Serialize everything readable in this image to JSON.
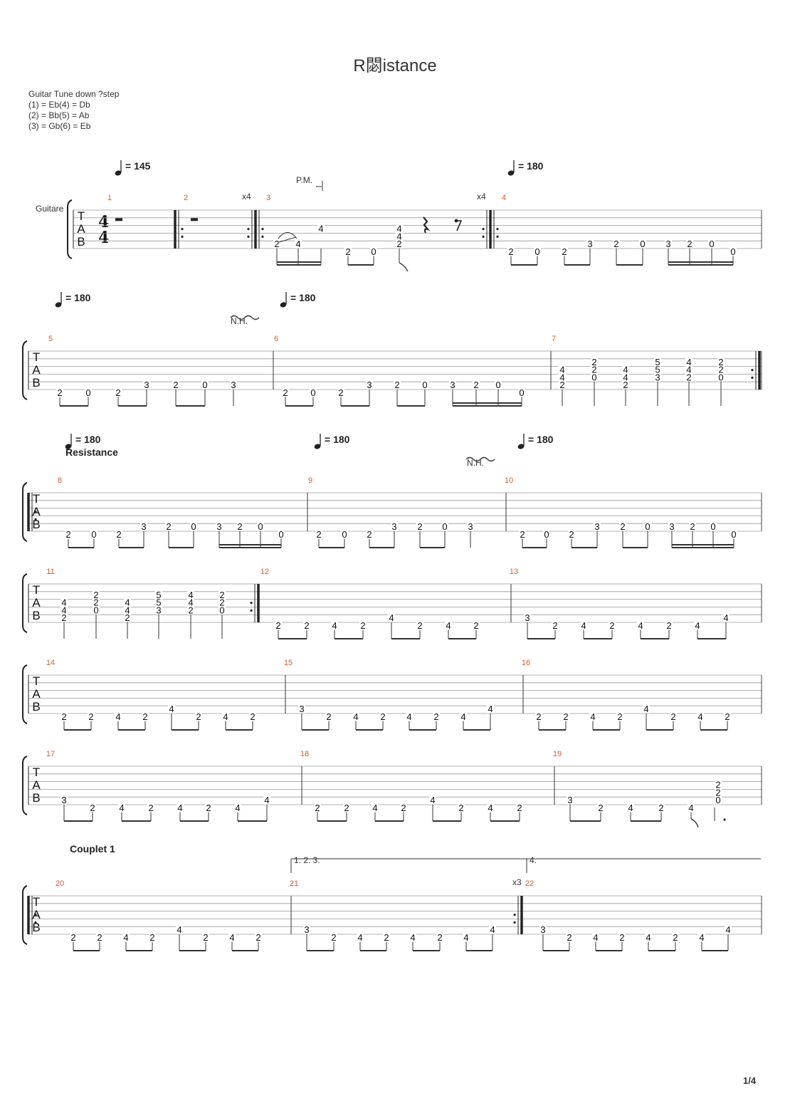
{
  "title": "R閟istance",
  "tuning": [
    "Guitar Tune down ?step",
    "(1) = Eb(4) = Db",
    "(2) = Bb(5) = Ab",
    "(3) = Gb(6) = Eb"
  ],
  "instrument": "Guitare",
  "tab_letters": [
    "T",
    "A",
    "B"
  ],
  "time_signature": {
    "top": "4",
    "bottom": "4"
  },
  "tempo_markings": [
    "= 145",
    "= 180",
    "= 180",
    "= 180",
    "= 180",
    "= 180",
    "= 180"
  ],
  "annotations": {
    "palm_mute": "P.M.",
    "harmonic_1": "N.H.",
    "harmonic_2": "N.H.",
    "repeat_1": "x4",
    "repeat_2": "x4",
    "repeat_3": "x3"
  },
  "sections": {
    "resistance": "Resistance",
    "couplet": "Couplet 1"
  },
  "endings": {
    "first": "1. 2. 3.",
    "second": "4."
  },
  "measure_numbers": [
    "1",
    "2",
    "3",
    "4",
    "5",
    "6",
    "7",
    "8",
    "9",
    "10",
    "11",
    "12",
    "13",
    "14",
    "15",
    "16",
    "17",
    "18",
    "19",
    "20",
    "21",
    "22"
  ],
  "measures": {
    "m3": [
      [
        "2",
        "4"
      ],
      [
        "4"
      ],
      [
        "2"
      ],
      [
        "0"
      ],
      [
        "4",
        "4",
        "2"
      ]
    ],
    "m4": [
      "2",
      "0",
      "2",
      "3",
      "2",
      "0",
      "3",
      "2",
      "0",
      "0"
    ],
    "m5": [
      "2",
      "0",
      "2",
      "3",
      "2",
      "0",
      "3"
    ],
    "m6": [
      "2",
      "0",
      "2",
      "3",
      "2",
      "0",
      "3",
      "2",
      "0",
      "0"
    ],
    "m7": [
      [
        "4",
        "4",
        "2"
      ],
      [
        "2",
        "2",
        "0"
      ],
      [
        "4",
        "4",
        "2"
      ],
      [
        "5",
        "5",
        "3"
      ],
      [
        "4",
        "4",
        "2"
      ],
      [
        "2",
        "2",
        "0"
      ]
    ],
    "m8": [
      "2",
      "0",
      "2",
      "3",
      "2",
      "0",
      "3",
      "2",
      "0",
      "0"
    ],
    "m9": [
      "2",
      "0",
      "2",
      "3",
      "2",
      "0",
      "3"
    ],
    "m10": [
      "2",
      "0",
      "2",
      "3",
      "2",
      "0",
      "3",
      "2",
      "0",
      "0"
    ],
    "m11": [
      [
        "4",
        "4",
        "2"
      ],
      [
        "2",
        "2",
        "0"
      ],
      [
        "4",
        "4",
        "2"
      ],
      [
        "5",
        "5",
        "3"
      ],
      [
        "4",
        "4",
        "2"
      ],
      [
        "2",
        "2",
        "0"
      ]
    ],
    "m12": [
      "2",
      "2",
      "4",
      "2",
      "4",
      "2",
      "4",
      "2"
    ],
    "m13": [
      "3",
      "2",
      "4",
      "2",
      "4",
      "2",
      "4",
      "4"
    ],
    "m14": [
      "2",
      "2",
      "4",
      "2",
      "4",
      "2",
      "4",
      "2"
    ],
    "m15": [
      "3",
      "2",
      "4",
      "2",
      "4",
      "2",
      "4",
      "4"
    ],
    "m16": [
      "2",
      "2",
      "4",
      "2",
      "4",
      "2",
      "4",
      "2"
    ],
    "m17": [
      "3",
      "2",
      "4",
      "2",
      "4",
      "2",
      "4",
      "4"
    ],
    "m18": [
      "2",
      "2",
      "4",
      "2",
      "4",
      "2",
      "4",
      "2"
    ],
    "m19": [
      [
        "3"
      ],
      [
        "2"
      ],
      [
        "4"
      ],
      [
        "2"
      ],
      [
        "4"
      ],
      [
        "2",
        "2",
        "0"
      ]
    ],
    "m20": [
      "2",
      "2",
      "4",
      "2",
      "4",
      "2",
      "4",
      "2"
    ],
    "m21": [
      "3",
      "2",
      "4",
      "2",
      "4",
      "2",
      "4",
      "4"
    ],
    "m22": [
      "3",
      "2",
      "4",
      "2",
      "4",
      "2",
      "4",
      "4"
    ]
  },
  "page_number": "1/4"
}
